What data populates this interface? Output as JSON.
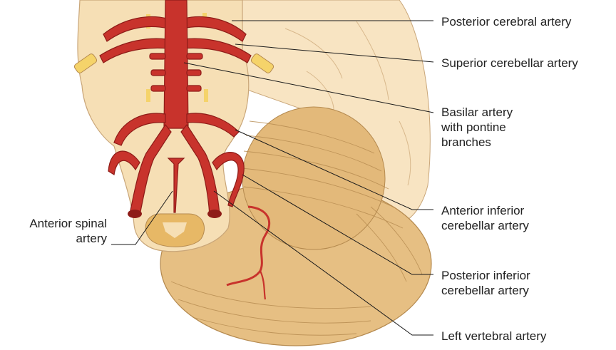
{
  "labels": {
    "posterior_cerebral": "Posterior cerebral artery",
    "superior_cerebellar": "Superior cerebellar artery",
    "basilar": [
      "Basilar artery",
      "with pontine",
      "branches"
    ],
    "anterior_inferior": [
      "Anterior inferior",
      "cerebellar artery"
    ],
    "posterior_inferior": [
      "Posterior inferior",
      "cerebellar artery"
    ],
    "left_vertebral": "Left vertebral artery",
    "anterior_spinal": [
      "Anterior spinal",
      "artery"
    ]
  },
  "colors": {
    "artery": "#c8332c",
    "artery_dark": "#8e1c18",
    "brainstem": "#f6dfb5",
    "cerebellum": "#e6bf83",
    "cerebrum": "#f8e4c2",
    "nerve": "#f5d36a",
    "leader_line": "#1a1a1a"
  }
}
